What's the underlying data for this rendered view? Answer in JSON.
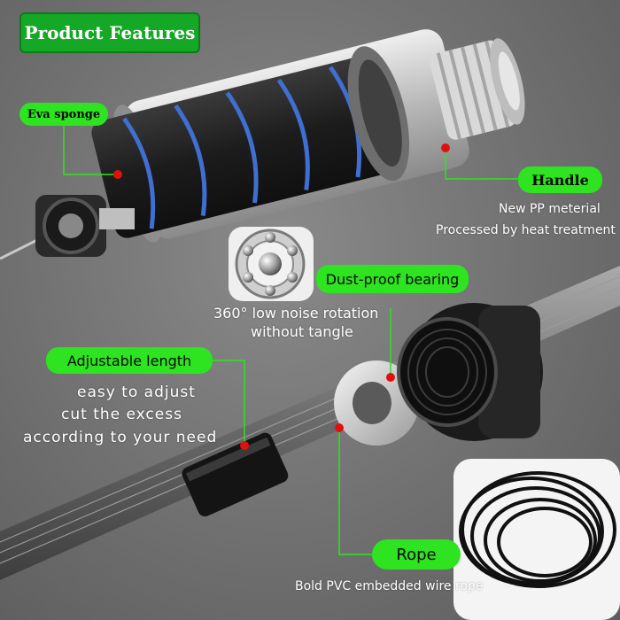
{
  "header": {
    "title": "Product Features"
  },
  "callouts": {
    "eva": {
      "label": "Eva sponge"
    },
    "handle": {
      "label": "Handle",
      "line1": "New PP meterial",
      "line2": "Processed by heat treatment"
    },
    "bearing": {
      "label": "Dust-proof bearing",
      "line1": "360° low noise rotation",
      "line2": "without tangle"
    },
    "adjustable": {
      "label": "Adjustable length",
      "line1": "easy to adjust",
      "line2": "cut the excess",
      "line3": "according to your need"
    },
    "rope": {
      "label": "Rope",
      "line1": "Bold PVC embedded wire rope"
    }
  },
  "colors": {
    "badge": "#15a827",
    "pill": "#2ee31f",
    "marker": "#e01010",
    "leader": "#2ee31f"
  }
}
